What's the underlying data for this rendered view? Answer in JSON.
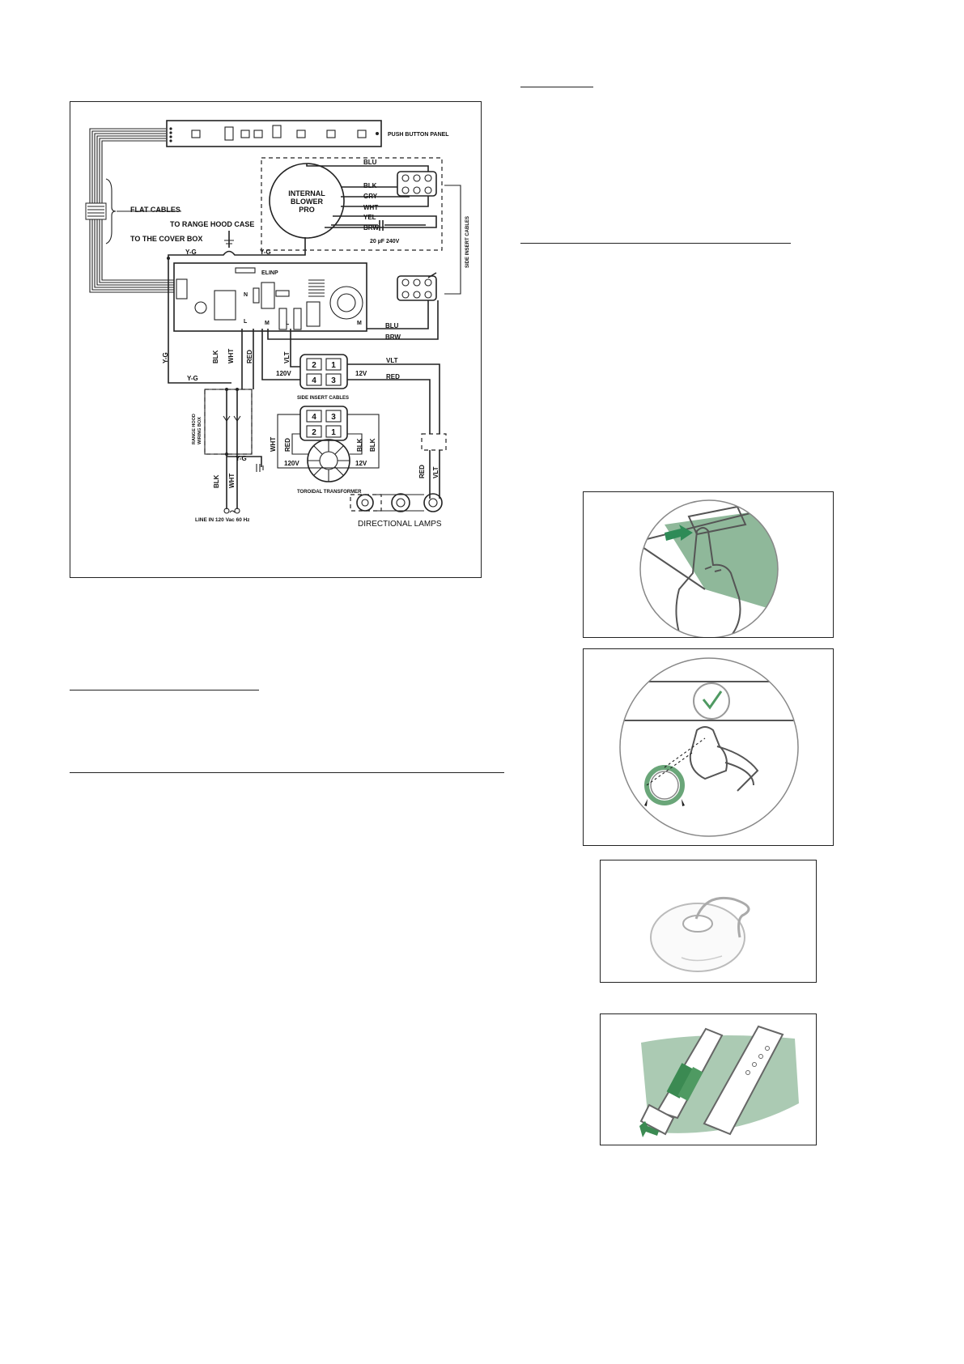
{
  "diagram": {
    "push_button_panel": "PUSH BUTTON PANEL",
    "internal_blower_line1": "INTERNAL",
    "internal_blower_line2": "BLOWER",
    "internal_blower_line3": "PRO",
    "flat_cables": "FLAT CABLES",
    "to_range_hood_case": "TO RANGE HOOD CASE",
    "to_cover_box": "TO THE COVER BOX",
    "side_insert_cables": "SIDE INSERT CABLES",
    "side_insert_cables_vertical": "SIDE INSERT CABLES",
    "toroidal_transformer": "TOROIDAL TRANSFORMER",
    "directional_lamps": "DIRECTIONAL LAMPS",
    "line_in": "LINE IN 120 Vac 60 Hz",
    "range_hood_wiring_box_1": "RANGE HOOD",
    "range_hood_wiring_box_2": "WIRING BOX",
    "capacitor": "20 µF 240V",
    "board_label": "ELINP",
    "wires": {
      "blu": "BLU",
      "blk": "BLK",
      "gry": "GRY",
      "wht": "WHT",
      "yel": "YEL",
      "brw": "BRW",
      "yg": "Y-G",
      "red": "RED",
      "vlt": "VLT"
    },
    "voltages": {
      "v120": "120V",
      "v12": "12V"
    },
    "connector_pins": [
      "1",
      "2",
      "3",
      "4"
    ],
    "terminals": {
      "n": "N",
      "l": "L",
      "m": "M"
    }
  },
  "illustrations": [
    {
      "name": "filter-release-illustration"
    },
    {
      "name": "lamp-replacement-illustration"
    },
    {
      "name": "suction-cup-tool-illustration"
    },
    {
      "name": "remote-battery-illustration"
    }
  ]
}
